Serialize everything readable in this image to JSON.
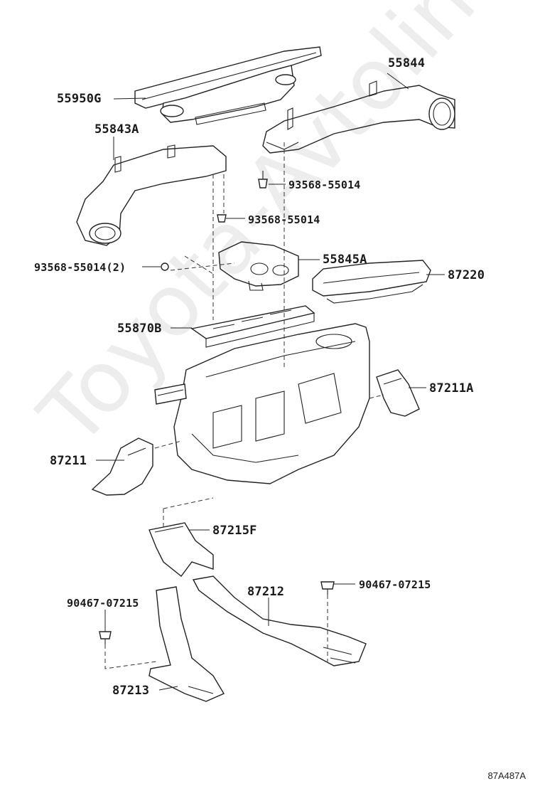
{
  "parts": {
    "p55844": "55844",
    "p55950G": "55950G",
    "p55843A": "55843A",
    "s93568_a": "93568-55014",
    "s93568_b": "93568-55014",
    "s93568_c": "93568-55014(2)",
    "p55845A": "55845A",
    "p87220": "87220",
    "p55870B": "55870B",
    "p87211A": "87211A",
    "p87211": "87211",
    "p87215F": "87215F",
    "c90467_a": "90467-07215",
    "p87212": "87212",
    "c90467_b": "90467-07215",
    "p87213": "87213"
  },
  "diagram_code": "87A487A",
  "watermark": "Toyota-Avtoline.ru"
}
